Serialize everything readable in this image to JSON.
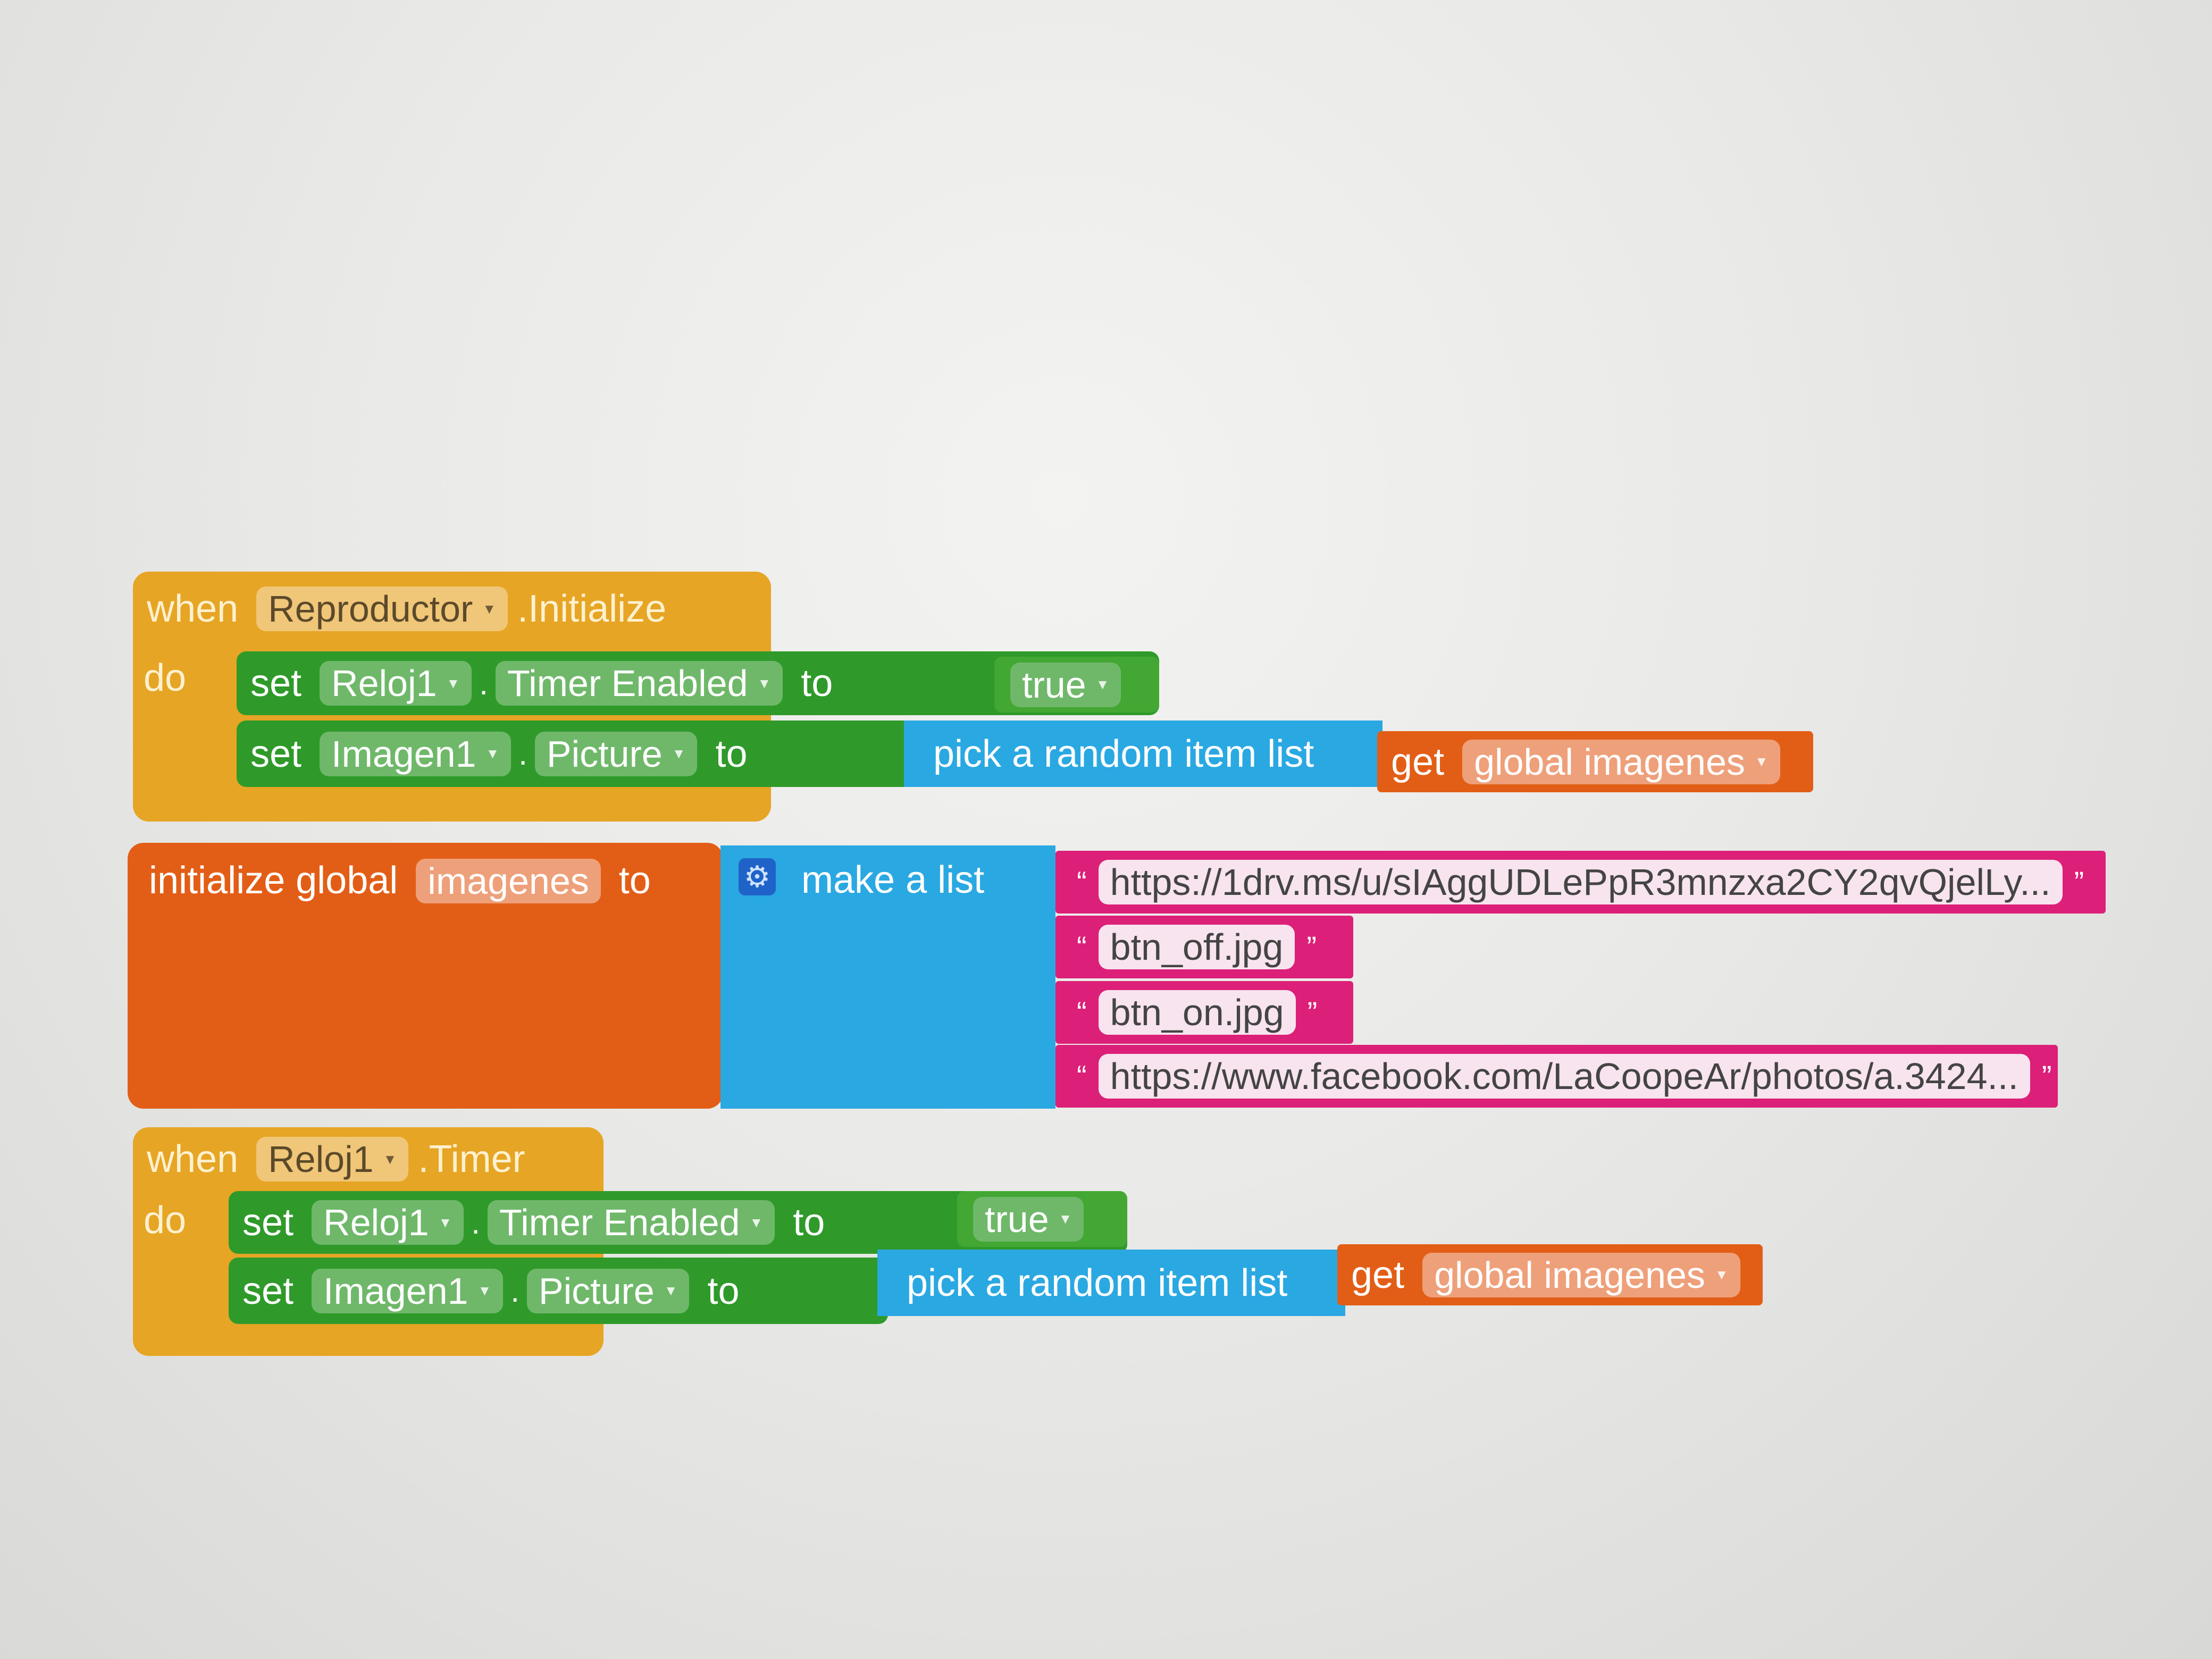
{
  "block1": {
    "when": "when",
    "component": "Reproductor",
    "event": ".Initialize",
    "do": "do",
    "row1": {
      "set": "set",
      "component": "Reloj1",
      "dot": ".",
      "property": "Timer Enabled",
      "to": "to",
      "value": "true"
    },
    "row2": {
      "set": "set",
      "component": "Imagen1",
      "dot": ".",
      "property": "Picture",
      "to": "to",
      "pick": "pick a random item  list",
      "get": "get",
      "variable": "global imagenes"
    }
  },
  "block2": {
    "initialize": "initialize global",
    "name": "imagenes",
    "to": "to",
    "make_list": "make a list",
    "items": [
      "https://1drv.ms/u/sIAggUDLePpR3mnzxa2CY2qvQjelLy...",
      "btn_off.jpg",
      "btn_on.jpg",
      "https://www.facebook.com/LaCoopeAr/photos/a.3424..."
    ],
    "quote_open": "“",
    "quote_close": "”"
  },
  "block3": {
    "when": "when",
    "component": "Reloj1",
    "event": ".Timer",
    "do": "do",
    "row1": {
      "set": "set",
      "component": "Reloj1",
      "dot": ".",
      "property": "Timer Enabled",
      "to": "to",
      "value": "true"
    },
    "row2": {
      "set": "set",
      "component": "Imagen1",
      "dot": ".",
      "property": "Picture",
      "to": "to",
      "pick": "pick a random item  list",
      "get": "get",
      "variable": "global imagenes"
    }
  },
  "colors": {
    "event": "#e6a524",
    "variable": "#e25e16",
    "set": "#2f9a2a",
    "list": "#2aa8e2",
    "text": "#dc1f78"
  }
}
